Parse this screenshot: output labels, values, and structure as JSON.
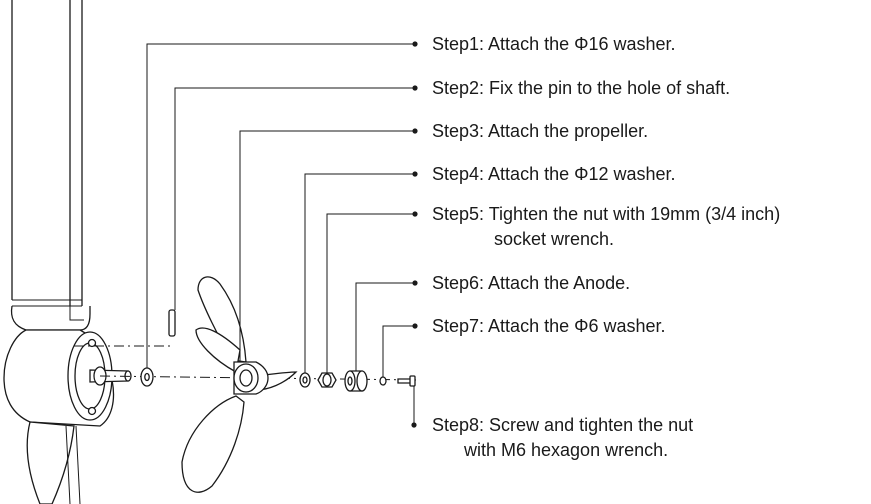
{
  "steps": [
    {
      "label": "Step1: Attach the Φ16 washer."
    },
    {
      "label": "Step2: Fix the pin to the hole of shaft."
    },
    {
      "label": "Step3: Attach the propeller."
    },
    {
      "label": "Step4: Attach the Φ12 washer."
    },
    {
      "label": "Step5: Tighten the nut with 19mm (3/4 inch)",
      "label_cont": "socket wrench."
    },
    {
      "label": "Step6: Attach the Anode."
    },
    {
      "label": "Step7: Attach the Φ6 washer."
    },
    {
      "label": "Step8: Screw and tighten the nut",
      "label_cont": "with M6 hexagon wrench."
    }
  ]
}
